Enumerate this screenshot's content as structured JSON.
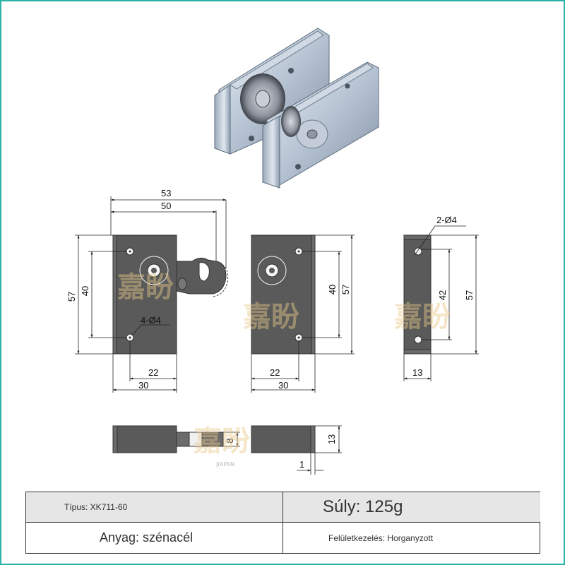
{
  "watermark": {
    "cn": "嘉盼",
    "latin": "JIAPAN"
  },
  "dimensions": {
    "front_total_width": "53",
    "front_body_width": "50",
    "front_height": "57",
    "front_hole_spacing": "40",
    "front_holes": "4-Ø4",
    "front_hole_offset": "22",
    "front_width": "30",
    "back_hole_spacing": "40",
    "back_height": "57",
    "back_hole_offset": "22",
    "back_width": "30",
    "side_holes": "2-Ø4",
    "side_hole_spacing": "42",
    "side_height": "57",
    "side_width": "13",
    "bottom_gap": "8",
    "bottom_height": "13",
    "bottom_offset": "1"
  },
  "specs": {
    "type": "Típus: XK711-60",
    "weight": "Súly: 125g",
    "material": "Anyag: szénacél",
    "finish": "Felületkezelés: Horganyzott"
  }
}
